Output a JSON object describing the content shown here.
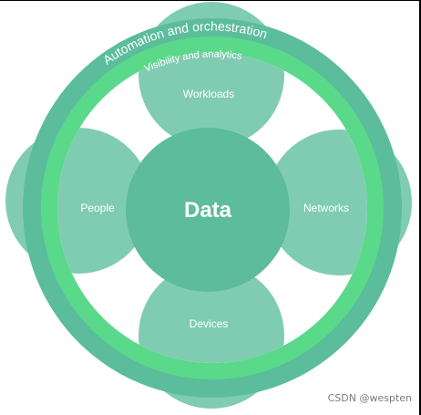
{
  "diagram": {
    "rings": {
      "outer_label": "Automation and orchestration",
      "inner_label": "Visibility and analytics"
    },
    "center": {
      "label": "Data"
    },
    "pillars": {
      "top": "Workloads",
      "left": "People",
      "right": "Networks",
      "bottom": "Devices"
    }
  },
  "watermark": "CSDN @wespten",
  "colors": {
    "outer_ring": "#5bbd9c",
    "inner_ring": "#5bd98a",
    "pillar_fill": "#80ccb2",
    "center_fill": "#5cbc9b",
    "label_text": "#ffffff",
    "watermark_text": "#7a7a7a"
  }
}
